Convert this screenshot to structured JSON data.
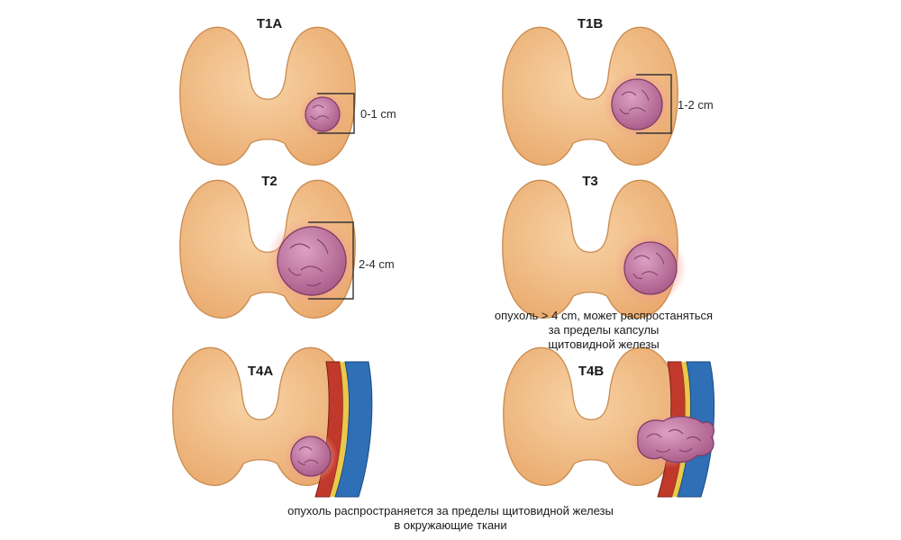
{
  "colors": {
    "gland_fill": "#F2C08A",
    "gland_stroke": "#C98A4E",
    "tumor_fill": "#C77AA6",
    "tumor_stroke": "#7E3E68",
    "halo": "#F39A8C",
    "artery": "#C0392B",
    "vein": "#2F6FB6",
    "nerve": "#E8C94A"
  },
  "stages": [
    {
      "title": "T1A",
      "size_label": "0-1 cm"
    },
    {
      "title": "T1B",
      "size_label": "1-2 cm"
    },
    {
      "title": "T2",
      "size_label": "2-4 cm"
    },
    {
      "title": "T3"
    },
    {
      "title": "T4A"
    },
    {
      "title": "T4B"
    }
  ],
  "captions": {
    "t3": [
      "опухоль > 4 cm, может распростаняться",
      "за пределы капсулы",
      "щитовидной железы"
    ],
    "t4": [
      "опухоль распространяется за пределы щитовидной железы",
      "в окружающие ткани"
    ]
  }
}
